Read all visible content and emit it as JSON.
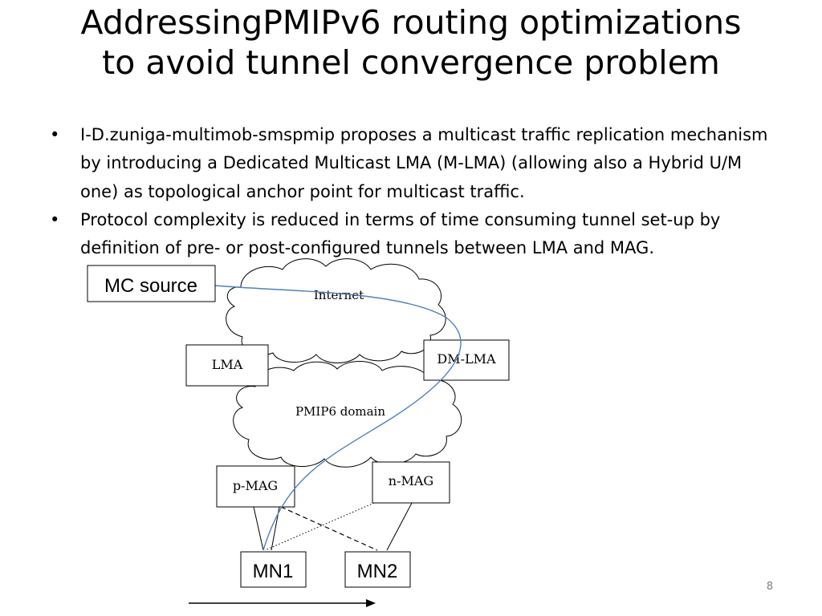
{
  "slide": {
    "title_line1": "AddressingPMIPv6 routing optimizations",
    "title_line2": "to avoid tunnel convergence problem",
    "bullets": [
      "I-D.zuniga-multimob-smspmip proposes a multicast traffic replication mechanism by introducing a Dedicated Multicast LMA (M-LMA) (allowing also a Hybrid U/M one) as topological anchor point for multicast traffic.",
      "Protocol complexity is reduced in terms of time consuming tunnel set-up by definition of pre- or post-configured tunnels between LMA and MAG."
    ],
    "bullet_glyph": "•",
    "page_number": "8"
  },
  "diagram": {
    "mc_source": "MC source",
    "internet": "Internet",
    "lma": "LMA",
    "dm_lma": "DM-LMA",
    "pmip6_domain": "PMIP6 domain",
    "p_mag": "p-MAG",
    "n_mag": "n-MAG",
    "mn1": "MN1",
    "mn2": "MN2",
    "colors": {
      "multicast_path": "#4f81bd",
      "lines": "#000000"
    }
  }
}
